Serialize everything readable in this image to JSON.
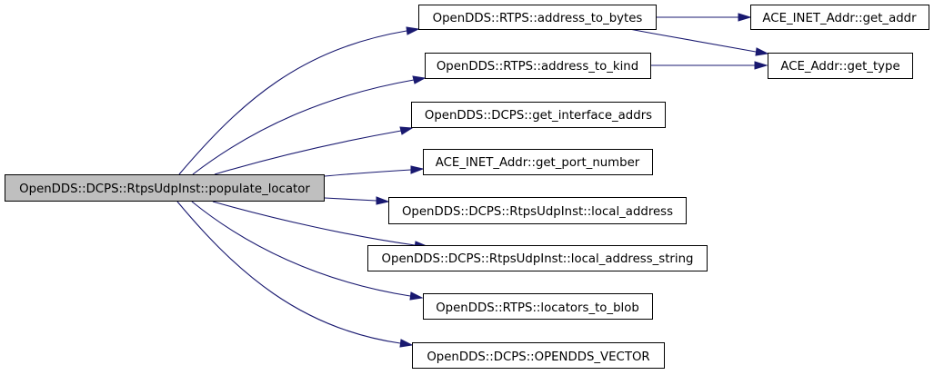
{
  "graph": {
    "colors": {
      "edge": "#191970",
      "root_fill": "#bfbfbf",
      "node_fill": "#ffffff",
      "border": "#000000"
    },
    "nodes": {
      "root": "OpenDDS::DCPS::RtpsUdpInst::populate_locator",
      "address_to_bytes": "OpenDDS::RTPS::address_to_bytes",
      "address_to_kind": "OpenDDS::RTPS::address_to_kind",
      "get_interface_addrs": "OpenDDS::DCPS::get_interface_addrs",
      "get_port_number": "ACE_INET_Addr::get_port_number",
      "local_address": "OpenDDS::DCPS::RtpsUdpInst::local_address",
      "local_address_string": "OpenDDS::DCPS::RtpsUdpInst::local_address_string",
      "locators_to_blob": "OpenDDS::RTPS::locators_to_blob",
      "opendds_vector": "OpenDDS::DCPS::OPENDDS_VECTOR",
      "get_addr": "ACE_INET_Addr::get_addr",
      "get_type": "ACE_Addr::get_type"
    }
  }
}
